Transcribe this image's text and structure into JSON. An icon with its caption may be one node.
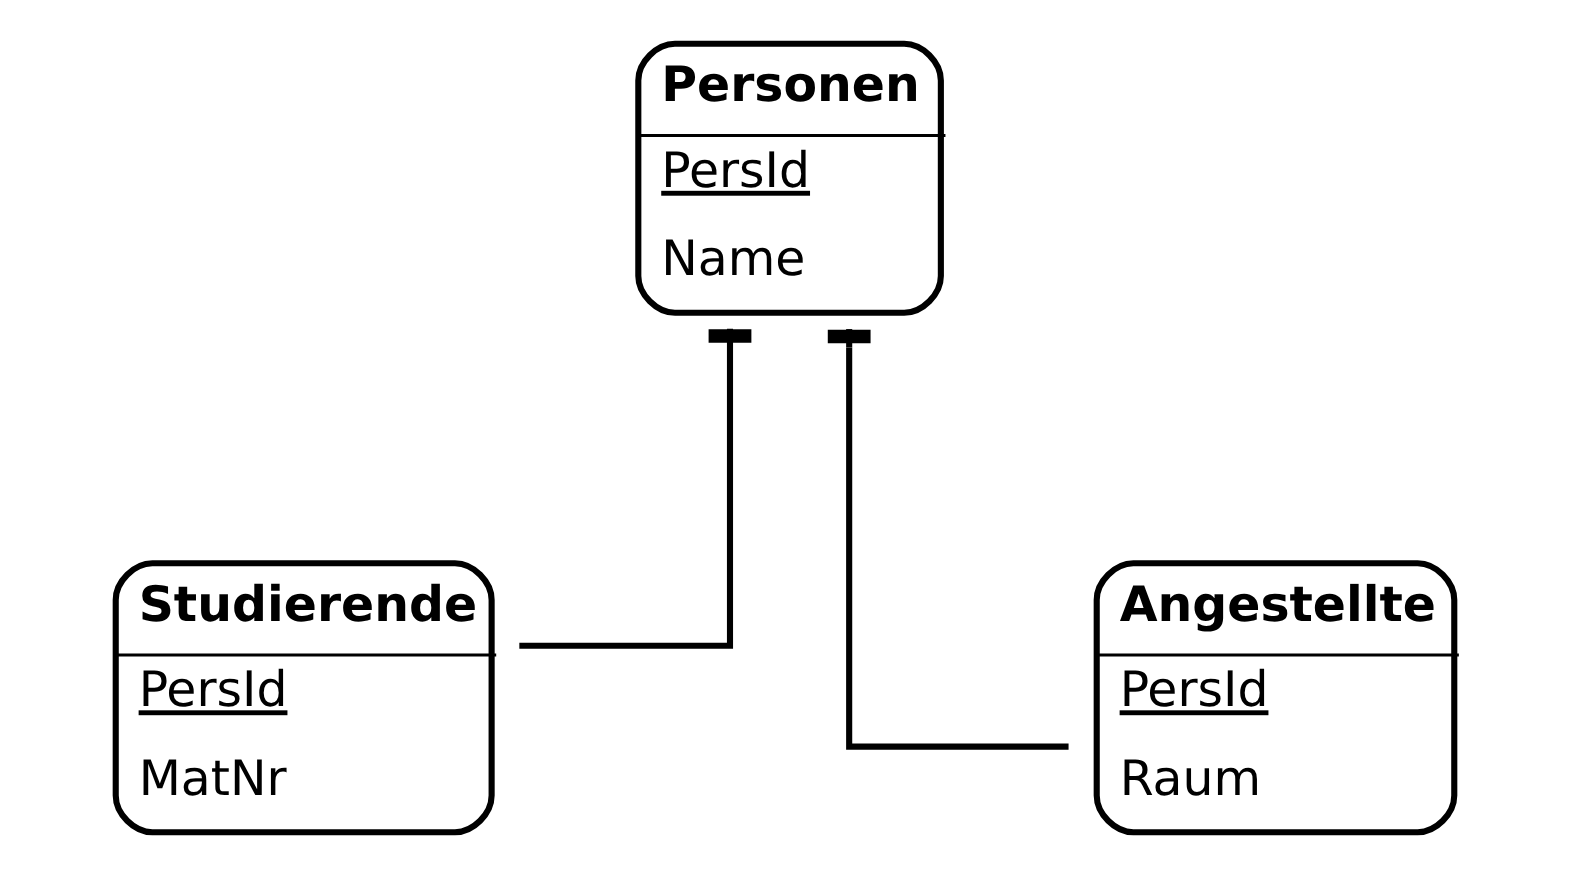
{
  "diagram": {
    "nodes": [
      {
        "text": [
          "Personen",
          "PersId",
          "Name"
        ]
      },
      {
        "text": [
          "Studierende",
          "PersId",
          "MatNr"
        ]
      },
      {
        "text": [
          "Angestellte",
          "PersId",
          "Raum"
        ]
      }
    ],
    "edges": [
      {
        "from": 1,
        "to": 0,
        "arrow": "other"
      },
      {
        "from": 2,
        "to": 0,
        "arrow": "other"
      }
    ]
  }
}
